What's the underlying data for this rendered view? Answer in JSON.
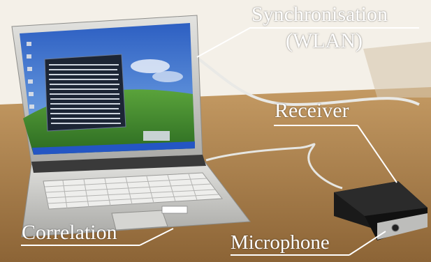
{
  "annotations": {
    "synchronisation": "Synchronisation",
    "wlan": "(WLAN)",
    "receiver": "Receiver",
    "correlation": "Correlation",
    "microphone": "Microphone"
  },
  "colors": {
    "table": "#a77c47",
    "wall": "#f3efe6",
    "laptop_silver": "#c9c9c6",
    "screen_sky": "#3c6fc8",
    "screen_grass": "#3f8a2e",
    "terminal": "#1f2a3a",
    "receiver_box": "#1b1b1b",
    "label_text": "#ffffff"
  }
}
